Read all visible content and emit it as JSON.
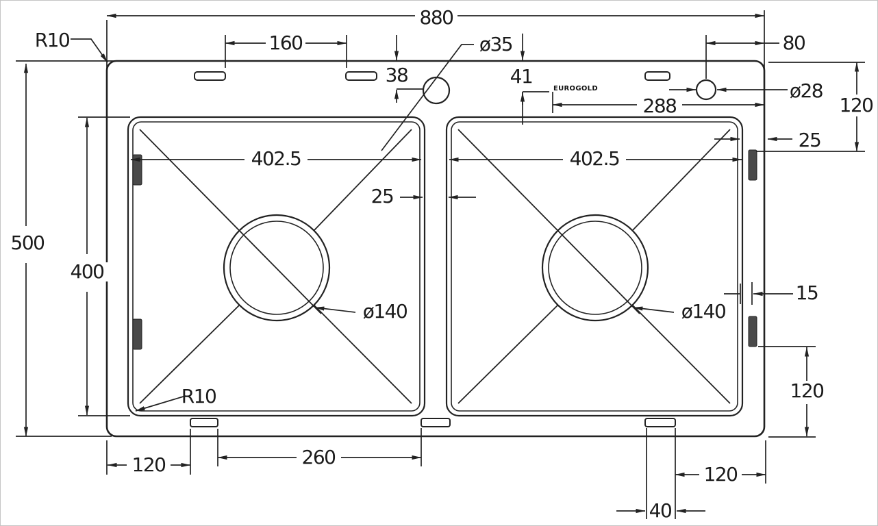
{
  "drawing": {
    "type": "sink-dimension-drawing",
    "brand_mark": "EUROGOLD",
    "line_color": "#222222",
    "background": "#ffffff",
    "dims": {
      "overall_width": "880",
      "overall_depth": "500",
      "bowl_inner_depth": "400",
      "left_bowl_width": "402.5",
      "right_bowl_width": "402.5",
      "top_corner_radius": "R10",
      "bowl_corner_radius": "R10",
      "faucet_hole_diameter": "ø35",
      "second_hole_diameter": "ø28",
      "faucet_hole_offset": "38",
      "second_hole_offset": "41",
      "hole_span": "288",
      "hole_edge_distance": "80",
      "clip_spacing_top": "160",
      "top_right_clip_offset": "120",
      "right_rim_width": "25",
      "center_divider_width": "25",
      "left_drain_diameter": "ø140",
      "right_drain_diameter": "ø140",
      "right_edge_gap": "15",
      "right_lower_clip_offset": "120",
      "bottom_left_clip_offset": "120",
      "bottom_clip_span": "260",
      "bottom_clip_width": "40",
      "bottom_right_clip_offset": "120"
    }
  }
}
